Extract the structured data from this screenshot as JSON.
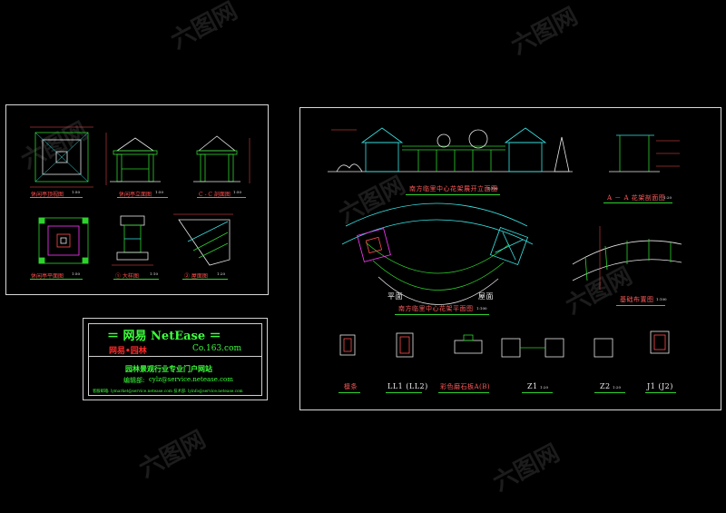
{
  "watermark": {
    "text": "六图网",
    "logo": "G"
  },
  "left_sheet": {
    "labels": {
      "plan_top": "休闲亭顶视图",
      "plan_top_scale": "1:50",
      "elev_front": "休闲亭立面图",
      "elev_front_scale": "1:50",
      "section_cc": "C - C 剖面图",
      "section_cc_scale": "1:50",
      "plan_floor": "休闲亭平面图",
      "plan_floor_scale": "1:50",
      "detail_1": "①  大样图",
      "detail_1_scale": "1:10",
      "detail_2": "②  屋面图",
      "detail_2_scale": "1:20"
    }
  },
  "right_sheet": {
    "labels": {
      "elevation_title": "南方临里中心花架展开立面图",
      "elevation_scale": "1:100",
      "section_aa": "A － A  花架剖面图",
      "section_aa_scale": "1:20",
      "plan_title": "南方临里中心花架平面图",
      "plan_scale": "1:100",
      "plan_word": "平面",
      "roof_word": "屋面",
      "foundation": "基础布置图",
      "foundation_scale": "1:100",
      "beam": "檩条",
      "ll": "LL1 (LL2)",
      "stone": "彩色磨石板A(B)",
      "z1": "Z1",
      "z1_scale": "1:20",
      "z2": "Z2",
      "z2_scale": "1:20",
      "j1": "J1 (J2)"
    }
  },
  "netease": {
    "title": "＝ 网易 NetEase ＝",
    "sub_left": "网易•园林",
    "sub_right": "Co.163.com",
    "portal": "园林景观行业专业门户网站",
    "editor_label": "编辑部:",
    "editor_email": "cylz@service.netease.com",
    "contact": "客服邮箱: lymarket@service.netease.com  技术部: lyinfo@service.netease.com"
  },
  "colors": {
    "background": "#000000",
    "frame": "#d8d8d8",
    "cad_green": "#2ed12e",
    "cad_red": "#ff4d4d",
    "cad_cyan": "#39e6e6",
    "cad_magenta": "#ff38ff",
    "netease_green": "#3cff3c",
    "netease_red": "#ff2a2a"
  }
}
